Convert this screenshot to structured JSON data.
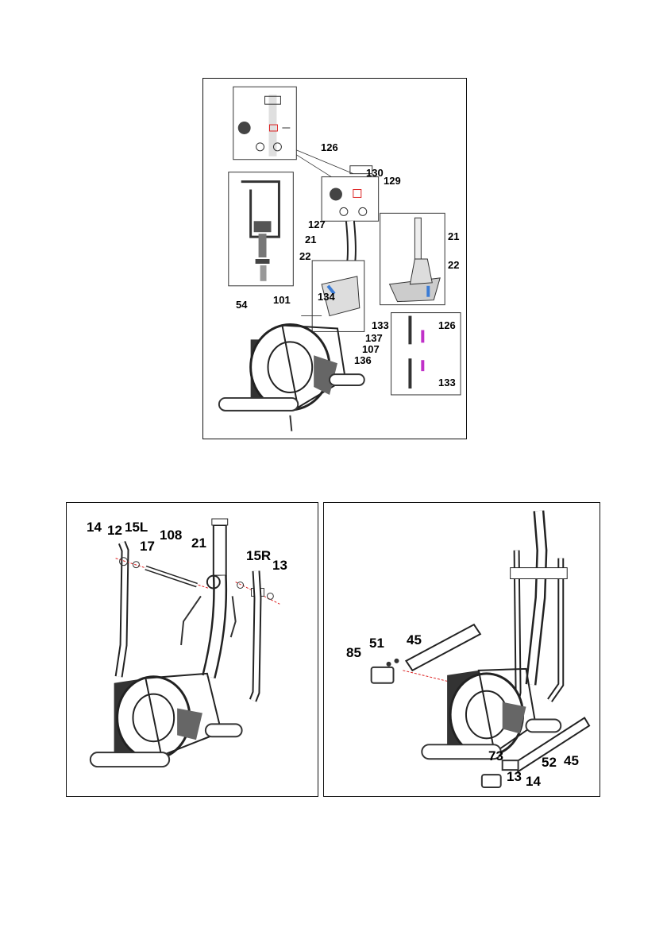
{
  "panel1": {
    "labels": [
      "126",
      "130",
      "129",
      "127",
      "21",
      "21",
      "22",
      "22",
      "54",
      "101",
      "134",
      "133",
      "126",
      "137",
      "107",
      "136",
      "133"
    ]
  },
  "panel2": {
    "labels": [
      "14",
      "12",
      "15L",
      "17",
      "108",
      "21",
      "15R",
      "13"
    ]
  },
  "panel3": {
    "labels": [
      "85",
      "51",
      "45",
      "73",
      "52",
      "45",
      "13",
      "14"
    ]
  },
  "colors": {
    "blue_arrow": "#3a7bd5",
    "magenta_arrow": "#c030c8",
    "red_dash": "#e02020"
  }
}
